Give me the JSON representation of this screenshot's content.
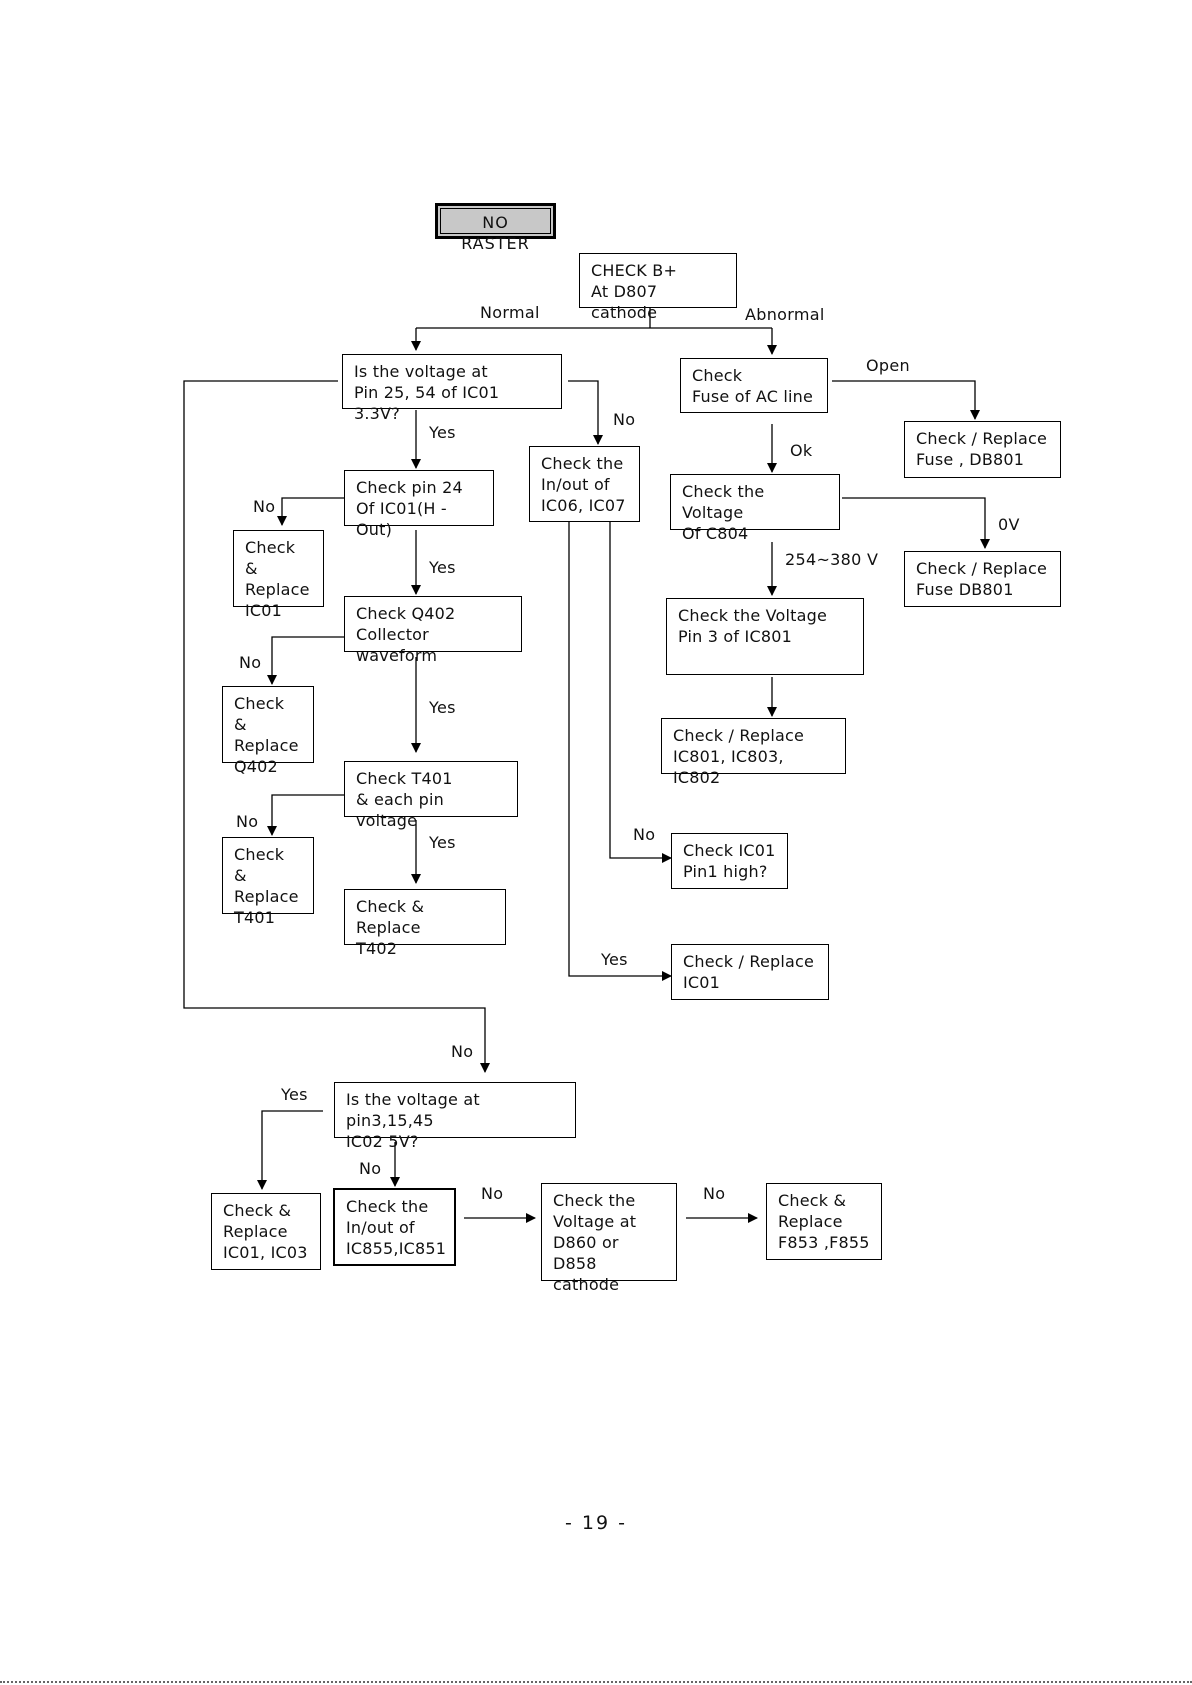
{
  "title": "NO RASTER",
  "boxes": {
    "check_bplus": "CHECK B+\nAt D807 cathode",
    "voltage_ic01": "Is the voltage at\nPin 25, 54 of IC01 3.3V?",
    "check_fuse_ac": "Check\nFuse of AC line",
    "replace_fuse_db801": "Check / Replace\nFuse , DB801",
    "check_pin24": "Check pin 24\nOf IC01(H - Out)",
    "check_inout_ic06": "Check the\nIn/out of\nIC06, IC07",
    "check_voltage_c804": "Check the Voltage\nOf C804",
    "replace_fuse_db801_b": "Check / Replace\nFuse DB801",
    "replace_ic01_a": "Check &\nReplace\nIC01",
    "check_q402": "Check Q402\nCollector waveform",
    "check_voltage_ic801": "Check the Voltage\nPin 3 of IC801",
    "replace_q402": "Check &\nReplace\nQ402",
    "replace_ic801": "Check / Replace\nIC801, IC803, IC802",
    "check_t401": "Check T401\n& each pin voltage",
    "replace_t401": "Check &\nReplace\nT401",
    "check_ic01_pin1": "Check IC01\nPin1 high?",
    "replace_t402": "Check & Replace\nT402",
    "replace_ic01_b": "Check / Replace\n IC01",
    "voltage_ic02": "Is the voltage at pin3,15,45\nIC02 5V?",
    "replace_ic01_ic03": "Check &\nReplace\nIC01, IC03",
    "check_inout_ic855": "Check the\nIn/out of\nIC855,IC851",
    "check_voltage_d860": "Check the\nVoltage at\nD860 or D858\ncathode",
    "replace_f853": "Check &\nReplace\nF853 ,F855"
  },
  "labels": {
    "normal": "Normal",
    "abnormal": "Abnormal",
    "open": "Open",
    "no_inout": "No",
    "yes_pin24": "Yes",
    "ok": "Ok",
    "no_ic01": "No",
    "zero_v": "0V",
    "yes_q402": "Yes",
    "range_254_380": "254~380 V",
    "no_q402": "No",
    "yes_t401": "Yes",
    "no_t401": "No",
    "yes_t402": "Yes",
    "no_pin1": "No",
    "yes_ic01": "Yes",
    "no_ic02": "No",
    "yes_ic02": "Yes",
    "no_ic855": "No",
    "no_d860": "No",
    "no_f853": "No"
  },
  "page_number": "- 19 -"
}
